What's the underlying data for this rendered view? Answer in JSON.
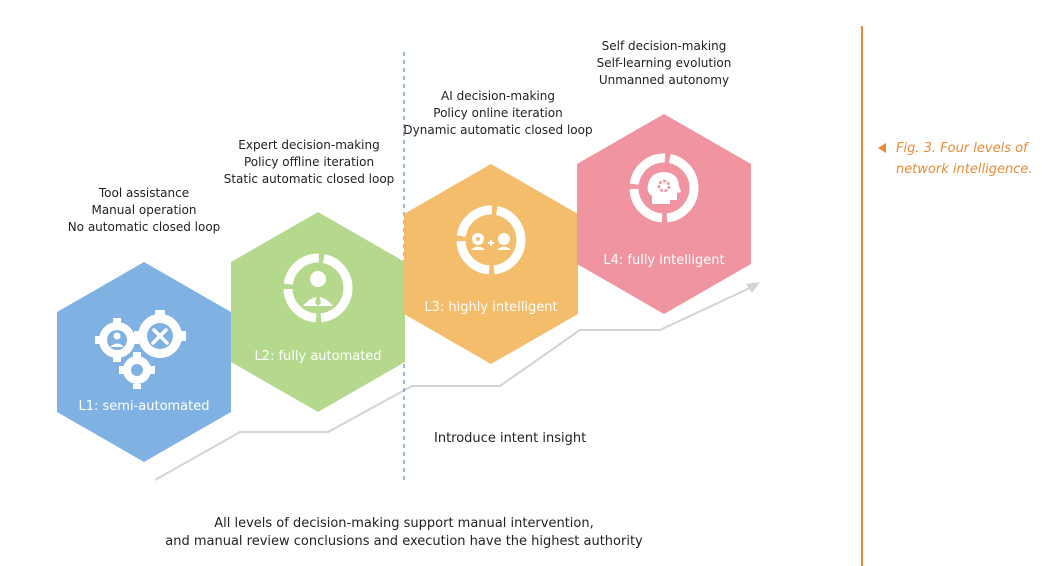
{
  "levels": [
    {
      "label": "L1: semi-automated",
      "description": [
        "Tool assistance",
        "Manual operation",
        "No automatic closed loop"
      ],
      "color": "#7fb2e3",
      "icon": "gears-user-icon"
    },
    {
      "label": "L2: fully automated",
      "description": [
        "Expert decision-making",
        "Policy offline iteration",
        "Static automatic closed loop"
      ],
      "color": "#b5d98c",
      "icon": "expert-user-icon"
    },
    {
      "label": "L3: highly intelligent",
      "description": [
        "AI decision-making",
        "Policy online iteration",
        "Dynamic automatic closed loop"
      ],
      "color": "#f3bd6b",
      "icon": "ai-plus-human-icon"
    },
    {
      "label": "L4: fully intelligent",
      "description": [
        "Self decision-making",
        "Self-learning evolution",
        "Unmanned autonomy"
      ],
      "color": "#ef94a0",
      "icon": "brain-gear-head-icon"
    }
  ],
  "intent_note": "Introduce intent insight",
  "footer_note": [
    "All levels of decision-making support manual intervention,",
    "and manual review conclusions and execution have the highest authority"
  ],
  "caption": [
    "Fig. 3. Four levels of",
    "network intelligence."
  ],
  "colors": {
    "arrow": "#d4d4d4",
    "divider": "#5b8fc4",
    "accent": "#e88b35",
    "text": "#222222"
  }
}
